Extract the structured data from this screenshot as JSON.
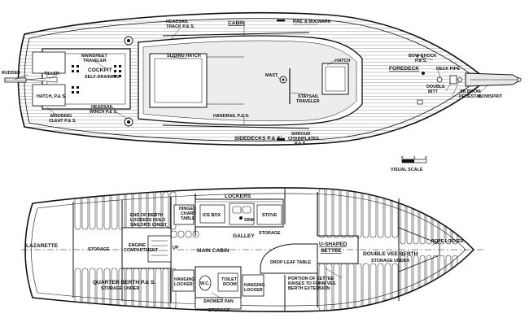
{
  "deck_labels": {
    "headsail_track": [
      "HEADSAIL",
      "TRACK P.& S."
    ],
    "cabin": "CABIN",
    "rail_bulwark": "RAIL & BULWARK",
    "rudder": "RUDDER",
    "tiller": "TILLER",
    "mainsheet_traveler": [
      "MAINSHEET",
      "TRAVELER"
    ],
    "cockpit": "COCKPIT",
    "self_draining": "SELF-DRAINING",
    "sliding_hatch": "SLIDING HATCH",
    "hatch_ps": "HATCH, P.& S.",
    "headsail_winch": [
      "HEADSAIL",
      "WINCH P.& S."
    ],
    "mooring_cleat": [
      "MOORING",
      "CLEAT P.& S."
    ],
    "mast": "MAST",
    "staysail_traveler": [
      "STAYSAIL",
      "TRAVELER"
    ],
    "hatch": "HATCH",
    "handrail": "HANDRAIL P.& S.",
    "foredeck": "FOREDECK",
    "bow_chock": [
      "BOW CHOCK",
      "P.& S."
    ],
    "deck_pipe": "DECK PIPE",
    "double_bitt": [
      "DOUBLE",
      "BITT"
    ],
    "jib_boom_pedestal": [
      "JIB BOOM",
      "PEDESTAL"
    ],
    "bowsprit": "BOWSPRIT",
    "sidedecks": "SIDEDECKS P.& S.",
    "shroud_chainplates": [
      "SHROUD",
      "CHAINPLATES",
      "P.& S."
    ]
  },
  "scale": {
    "label": "VISUAL SCALE",
    "ticks": [
      "0",
      "1",
      "2"
    ]
  },
  "cabin_labels": {
    "lockers": "LOCKERS",
    "ice_box": "ICE BOX",
    "sink": "SINK",
    "stove": "STOVE",
    "galley": "GALLEY",
    "storage_top": "STORAGE",
    "hinged_chart_table": [
      "HINGED",
      "CHART",
      "TABLE"
    ],
    "end_of_berth": [
      "END OF BERTH",
      "LOCKERS HOLD",
      "SAILOR'S CHEST"
    ],
    "lazarette": "LAZARETTE",
    "storage_aft": "STORAGE",
    "engine_compartment": [
      "ENGINE",
      "COMPARTMENT"
    ],
    "up": "UP",
    "main_cabin": "MAIN CABIN",
    "drop_leaf_table": "DROP LEAF TABLE",
    "u_shaped_settee": [
      "U-SHAPED",
      "SETTEE"
    ],
    "double_vee_berth": "DOUBLE VEE BERTH",
    "storage_under_fwd": "STORAGE UNDER",
    "rope_locker": "ROPE LOCKER",
    "quarter_berth": "QUARTER BERTH P.& S.",
    "storage_under_aft": "STORAGE UNDER",
    "hanging_locker_left": [
      "HANGING",
      "LOCKER"
    ],
    "wc": "W.C.",
    "toilet_room": [
      "TOILET",
      "ROOM"
    ],
    "hanging_locker_right": [
      "HANGING",
      "LOCKER"
    ],
    "shower_pan": "SHOWER PAN",
    "storage_bottom": "STORAGE",
    "portion_of_settee": [
      "PORTION OF SETTEE",
      "RAISES TO FORM VEE",
      "BERTH EXTENSION"
    ]
  }
}
